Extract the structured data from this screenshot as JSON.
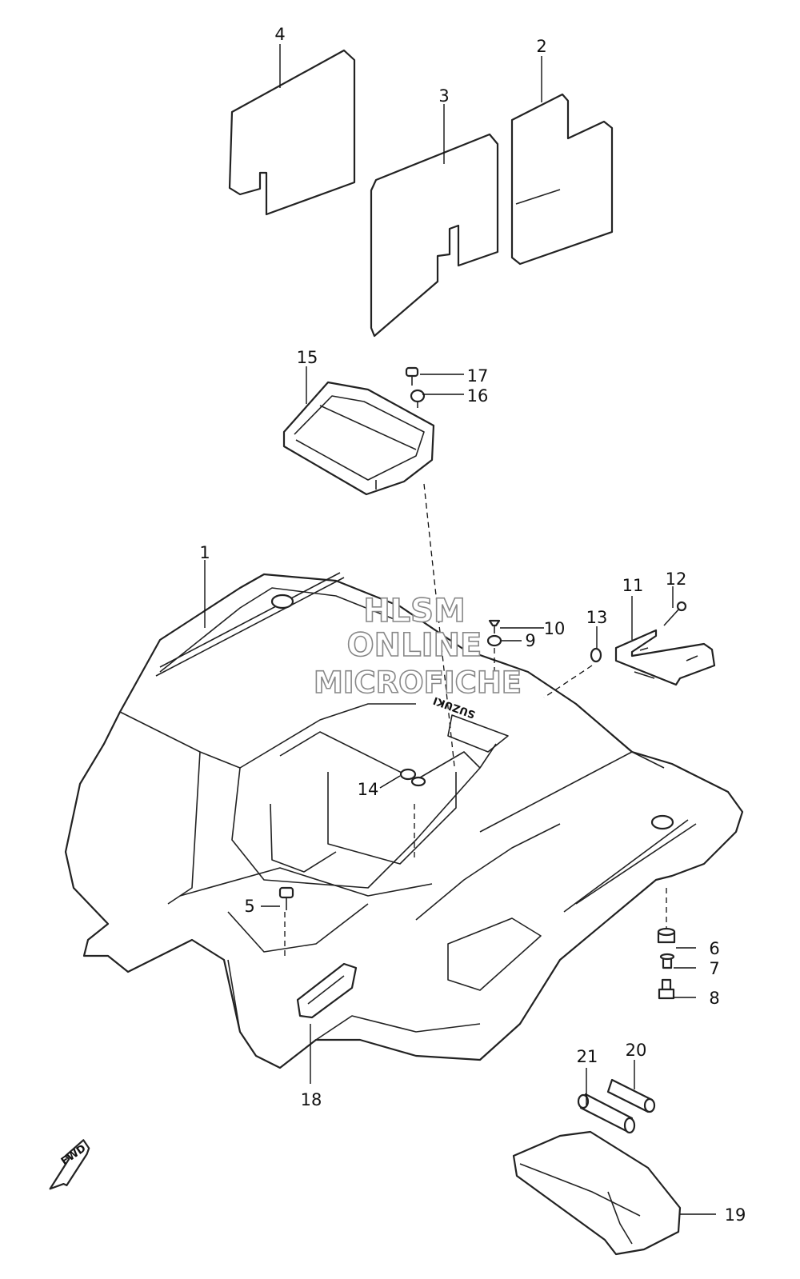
{
  "diagram": {
    "callouts": [
      "1",
      "2",
      "3",
      "4",
      "5",
      "6",
      "7",
      "8",
      "9",
      "10",
      "11",
      "12",
      "13",
      "14",
      "15",
      "16",
      "17",
      "18",
      "19",
      "20",
      "21"
    ],
    "watermark": [
      "HLSM",
      "ONLINE",
      "MICROFICHE"
    ],
    "direction_arrow": "FWD",
    "fender_emblem": "SUZUKI"
  },
  "colors": {
    "line": "#222222",
    "background": "#ffffff",
    "watermark_outline": "#888888"
  }
}
